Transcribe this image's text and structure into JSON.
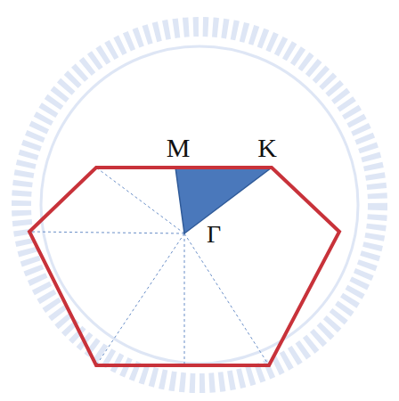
{
  "diagram": {
    "labels": [
      "M",
      "K",
      "Γ"
    ]
  }
}
